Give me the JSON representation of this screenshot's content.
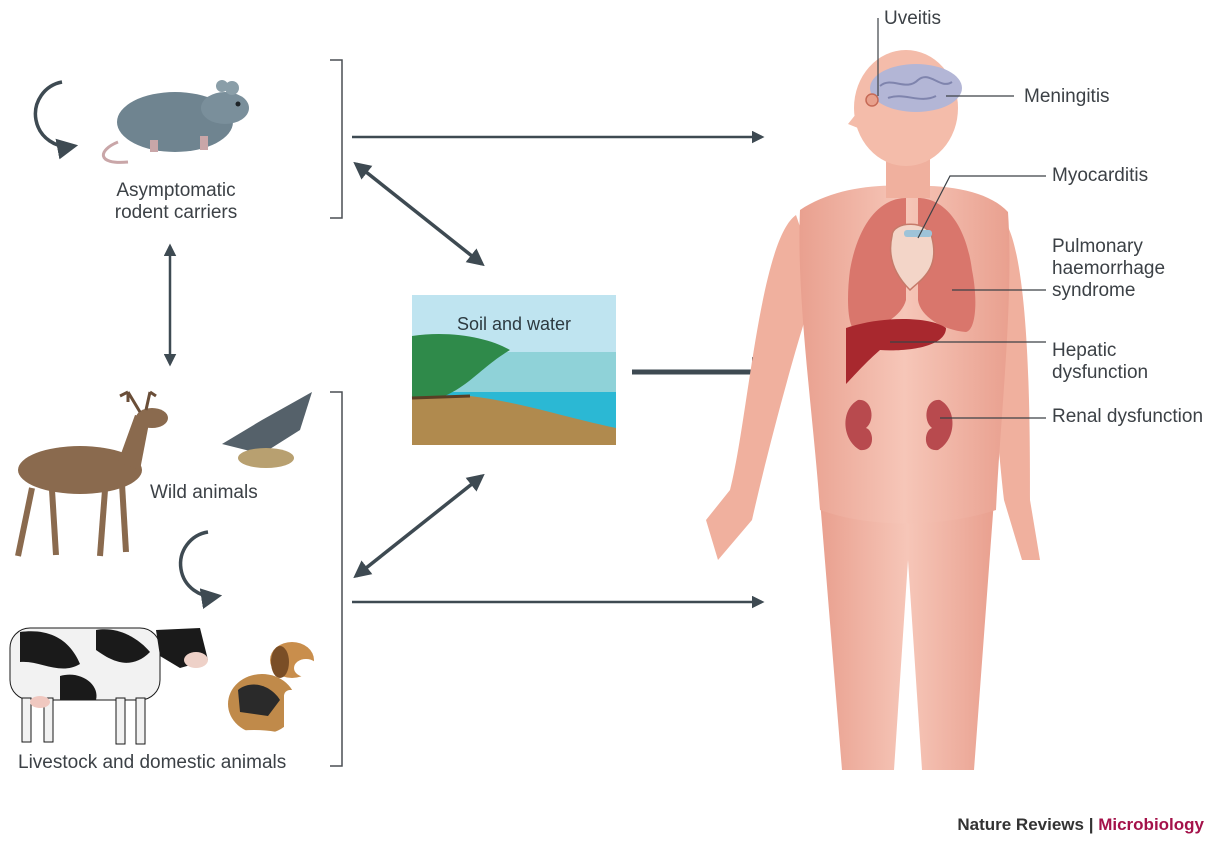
{
  "sources": {
    "rodents": "Asymptomatic rodent carriers",
    "rodents_line1": "Asymptomatic",
    "rodents_line2": "rodent carriers",
    "wild": "Wild animals",
    "livestock": "Livestock and domestic animals"
  },
  "environment": {
    "label": "Soil and water"
  },
  "human_manifestations": [
    {
      "id": "uveitis",
      "text": "Uveitis"
    },
    {
      "id": "meningitis",
      "text": "Meningitis"
    },
    {
      "id": "myocarditis",
      "text": "Myocarditis"
    },
    {
      "id": "pulmonary",
      "lines": [
        "Pulmonary",
        "haemorrhage",
        "syndrome"
      ]
    },
    {
      "id": "hepatic",
      "lines": [
        "Hepatic",
        "dysfunction"
      ]
    },
    {
      "id": "renal",
      "text": "Renal dysfunction"
    }
  ],
  "credit": {
    "journal": "Nature Reviews",
    "separator": "|",
    "section": "Microbiology"
  },
  "colors": {
    "arrow": "#3e4a52",
    "skin": "#f2b8a8",
    "organ": "#d9766c",
    "liver": "#a8282e",
    "water": "#2bb8d4",
    "sky": "#bfe4f0",
    "grass": "#2f8a4a",
    "soil": "#b08a4e",
    "accent": "#a4124a"
  }
}
